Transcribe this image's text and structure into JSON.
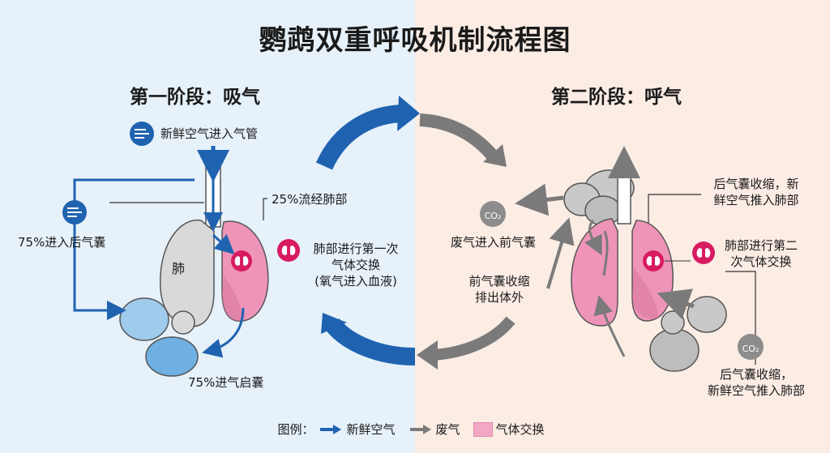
{
  "title": "鹦鹉双重呼吸机制流程图",
  "stage1": {
    "heading": "第一阶段：吸气",
    "fresh_air": "新鲜空气进入气管",
    "percent_posterior": "75%进入后气囊",
    "lung_label": "肺",
    "flow_lung": "25%流经肺部",
    "exchange_line1": "肺部进行第一次",
    "exchange_line2": "气体交换",
    "exchange_line3": "(氧气进入血液)",
    "bottom": "75%进气启囊"
  },
  "stage2": {
    "heading": "第二阶段：呼气",
    "waste_in": "废气进入前气囊",
    "anterior_line1": "前气囊收缩",
    "anterior_line2": "排出体外",
    "posterior_top_line1": "后气囊收缩，新",
    "posterior_top_line2": "鲜空气推入肺部",
    "exchange_line1": "肺部进行第二",
    "exchange_line2": "次气体交换",
    "posterior_bottom_line1": "后气囊收缩，",
    "posterior_bottom_line2": "新鲜空气推入肺部",
    "co2_a": "CO₂",
    "co2_b": "CO₂"
  },
  "legend": {
    "prefix": "图例：",
    "fresh": "新鲜空气",
    "waste": "废气",
    "exchange": "气体交换"
  },
  "colors": {
    "blue": "#1f63b0",
    "gray": "#7a7a7a",
    "pink": "#ee8fb6",
    "magenta": "#d81b60"
  }
}
